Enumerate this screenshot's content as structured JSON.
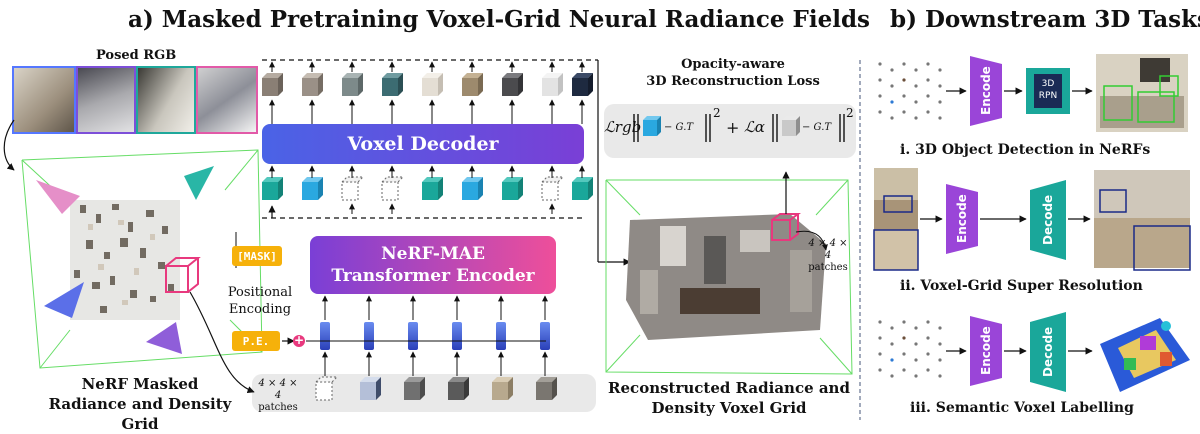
{
  "section_a": {
    "title": "a) Masked Pretraining Voxel-Grid Neural Radiance Fields",
    "posed_rgb_label": "Posed RGB",
    "voxel_decoder_label": "Voxel Decoder",
    "encoder_title_line1": "NeRF-MAE",
    "encoder_title_line2": "Transformer Encoder",
    "mask_tag": "[MASK]",
    "pe_tag": "P.E.",
    "positional_encoding_line1": "Positional",
    "positional_encoding_line2": "Encoding",
    "patches_dims": "4 × 4 × 4",
    "patches_word": "patches",
    "left_caption_line1": "NeRF Masked",
    "left_caption_line2": "Radiance and Density Grid",
    "loss_title_line1": "Opacity-aware",
    "loss_title_line2": "3D Reconstruction Loss",
    "loss_rgb": "ℒrgb",
    "loss_alpha": "ℒα",
    "loss_gt": "− G.T",
    "loss_power": "2",
    "loss_plus": "+",
    "recon_caption_line1": "Reconstructed Radiance and",
    "recon_caption_line2": "Density Voxel Grid",
    "recon_patch_dims": "4 × 4 × 4",
    "recon_patch_word": "patches",
    "plus_symbol": "+"
  },
  "section_b": {
    "title": "b) Downstream 3D Tasks",
    "encode_label": "Encode",
    "decode_label": "Decode",
    "rpn_line1": "3D",
    "rpn_line2": "RPN",
    "task1": "i. 3D Object Detection in NeRFs",
    "task2": "ii. Voxel-Grid Super Resolution",
    "task3": "iii. Semantic Voxel Labelling"
  },
  "colors": {
    "decoder_gradient": [
      "#4a63e6",
      "#7a3fd6"
    ],
    "encoder_gradient": [
      "#7a3fd6",
      "#ee4f9a"
    ],
    "encode_gradient": [
      "#e8489c",
      "#6a3fd8"
    ],
    "decode": "#1aa79a",
    "tag": "#f6b10a",
    "grid_box": "#66dd66",
    "mask_cube": "#e8397e"
  }
}
